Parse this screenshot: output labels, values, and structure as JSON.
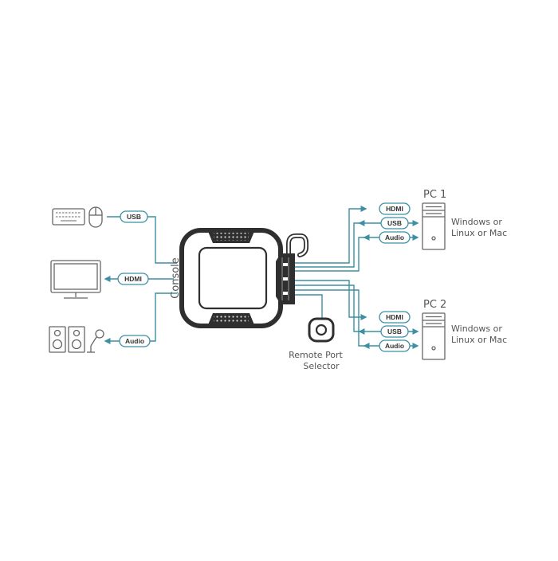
{
  "console": {
    "label": "Console"
  },
  "left_tags": {
    "usb": "USB",
    "hdmi": "HDMI",
    "audio": "Audio"
  },
  "pc1": {
    "title": "PC 1",
    "os_line1": "Windows or",
    "os_line2": "Linux or Mac",
    "tags": {
      "hdmi": "HDMI",
      "usb": "USB",
      "audio": "Audio"
    }
  },
  "pc2": {
    "title": "PC 2",
    "os_line1": "Windows or",
    "os_line2": "Linux or Mac",
    "tags": {
      "hdmi": "HDMI",
      "usb": "USB",
      "audio": "Audio"
    }
  },
  "remote": {
    "line1": "Remote Port",
    "line2": "Selector"
  },
  "colors": {
    "line": "#3d8fa3",
    "outline": "#666666",
    "device": "#2f2f2f",
    "tag_border": "#3d8fa3"
  }
}
